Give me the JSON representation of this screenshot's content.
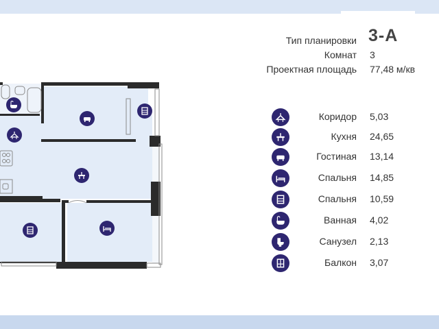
{
  "info": {
    "type_label": "Тип планировки",
    "type_value": "3-А",
    "rooms_label": "Комнат",
    "rooms_value": "3",
    "area_label": "Проектная площадь",
    "area_value": "77,48 м/кв"
  },
  "rooms": [
    {
      "name": "Коридор",
      "area": "5,03",
      "icon": "hanger-icon"
    },
    {
      "name": "Кухня",
      "area": "24,65",
      "icon": "dining-table-icon"
    },
    {
      "name": "Гостиная",
      "area": "13,14",
      "icon": "sofa-icon"
    },
    {
      "name": "Спальня",
      "area": "14,85",
      "icon": "bed-icon"
    },
    {
      "name": "Спальня",
      "area": "10,59",
      "icon": "dresser-icon"
    },
    {
      "name": "Ванная",
      "area": "4,02",
      "icon": "bathtub-icon"
    },
    {
      "name": "Санузел",
      "area": "2,13",
      "icon": "toilet-icon"
    },
    {
      "name": "Балкон",
      "area": "3,07",
      "icon": "balcony-icon"
    }
  ],
  "colors": {
    "icon_bg": "#2e2670",
    "floor_fill": "#e3ecf8",
    "wall": "#2b2b2b",
    "band_top": "#dbe6f5",
    "band_bottom": "#c8d8ee"
  }
}
